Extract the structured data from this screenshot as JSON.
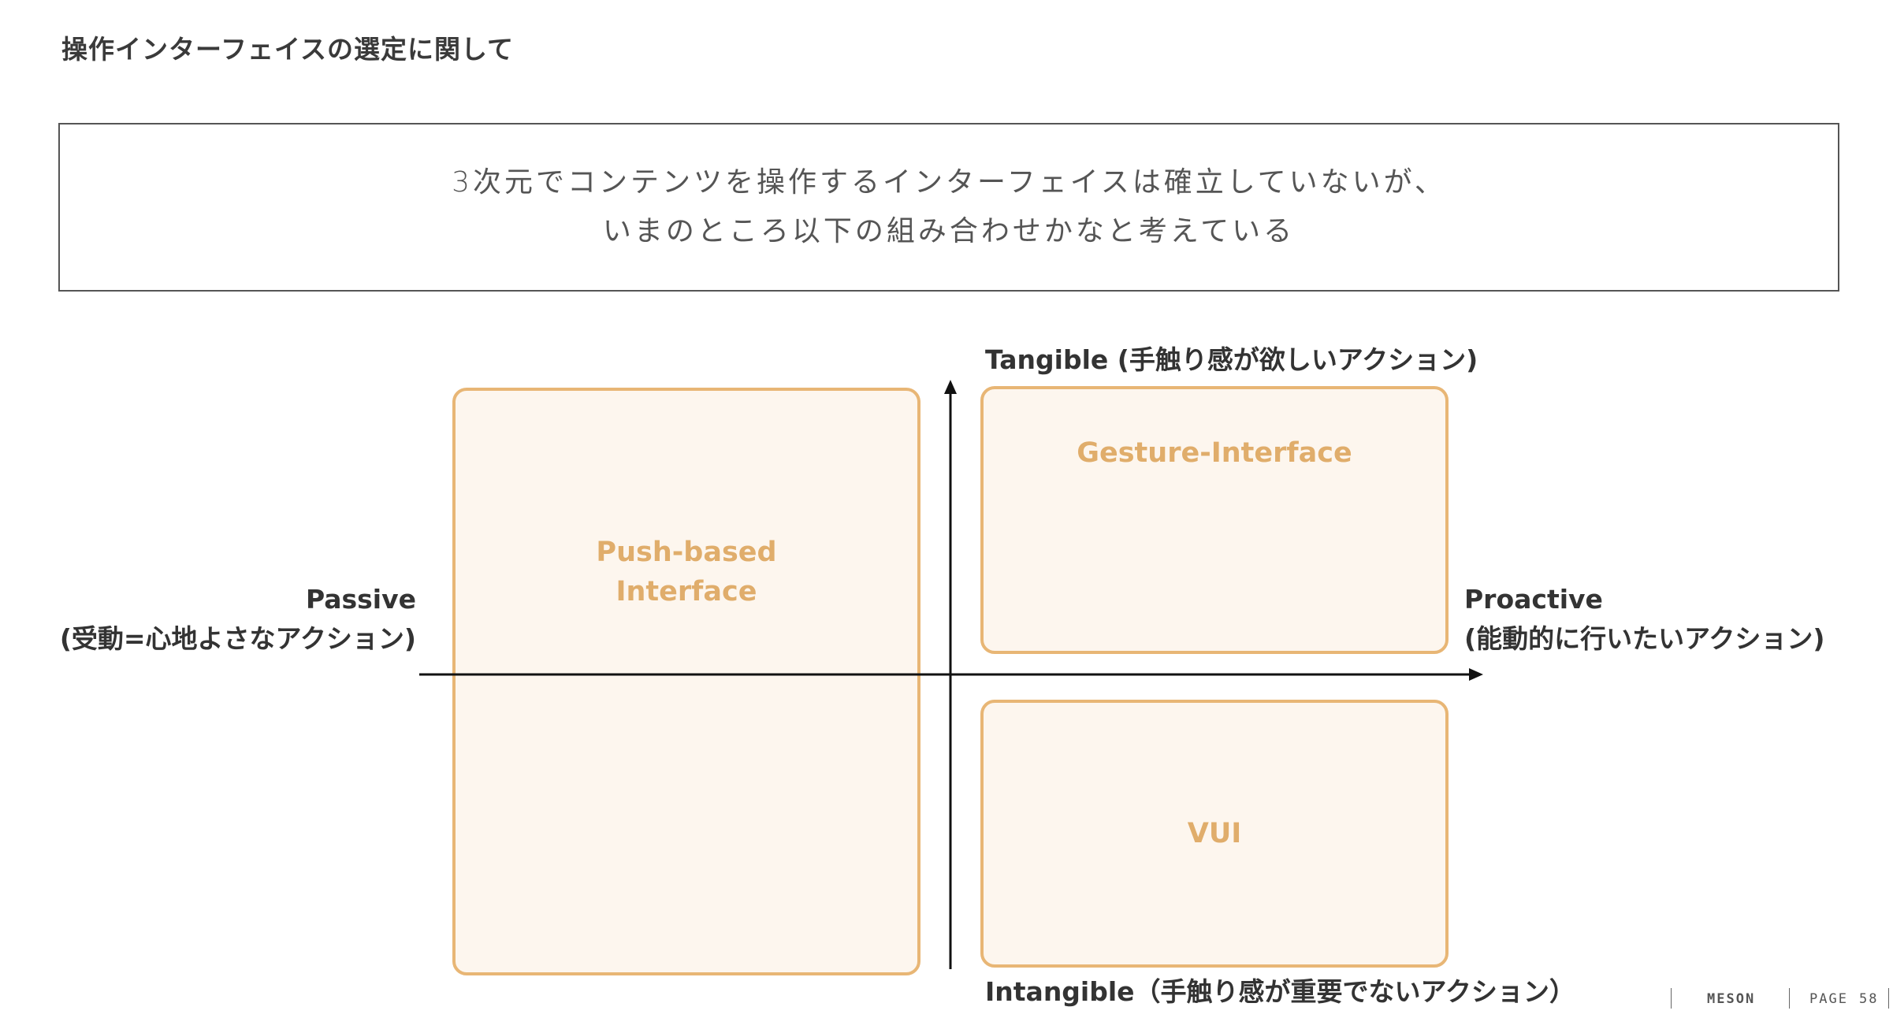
{
  "page": {
    "title": "操作インターフェイスの選定に関して"
  },
  "summary": {
    "line1": "3次元でコンテンツを操作するインターフェイスは確立していないが、",
    "line2": "いまのところ以下の組み合わせかなと考えている"
  },
  "axes": {
    "top": "Tangible (手触り感が欲しいアクション)",
    "bottom": "Intangible（手触り感が重要でないアクション）",
    "left_line1": "Passive",
    "left_line2": "(受動=心地よさなアクション)",
    "right_line1": "Proactive",
    "right_line2": "(能動的に行いたいアクション)"
  },
  "quadrants": {
    "push": "Push-based\nInterface",
    "gesture": "Gesture-Interface",
    "vui": "VUI"
  },
  "colors": {
    "box_fill": "#fdf6ee",
    "box_border": "#e8b675",
    "box_text": "#e0ad6b",
    "axis": "#111111"
  },
  "footer": {
    "brand": "MESON",
    "page_label": "PAGE",
    "page_number": "58"
  }
}
